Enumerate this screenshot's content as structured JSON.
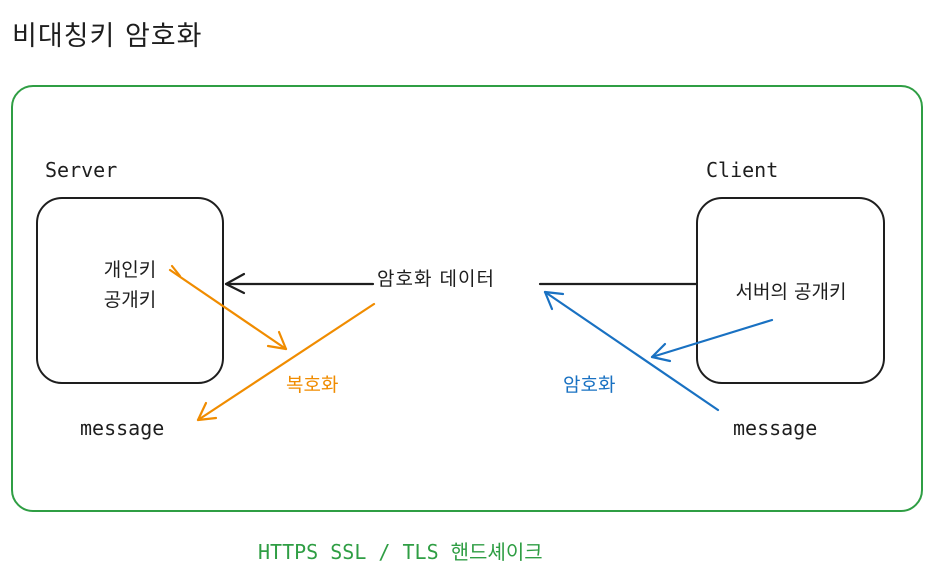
{
  "title": "비대칭키 암호화",
  "server": {
    "label": "Server",
    "private_key": "개인키",
    "public_key": "공개키",
    "message": "message"
  },
  "client": {
    "label": "Client",
    "server_public_key": "서버의 공개키",
    "message": "message"
  },
  "encrypted_data": "암호화 데이터",
  "decrypt_label": "복호화",
  "encrypt_label": "암호화",
  "footer": "HTTPS SSL / TLS 핸드셰이크",
  "colors": {
    "frame": "#2f9e44",
    "decrypt": "#f08c00",
    "encrypt": "#1971c2",
    "ink": "#1e1e1e"
  }
}
